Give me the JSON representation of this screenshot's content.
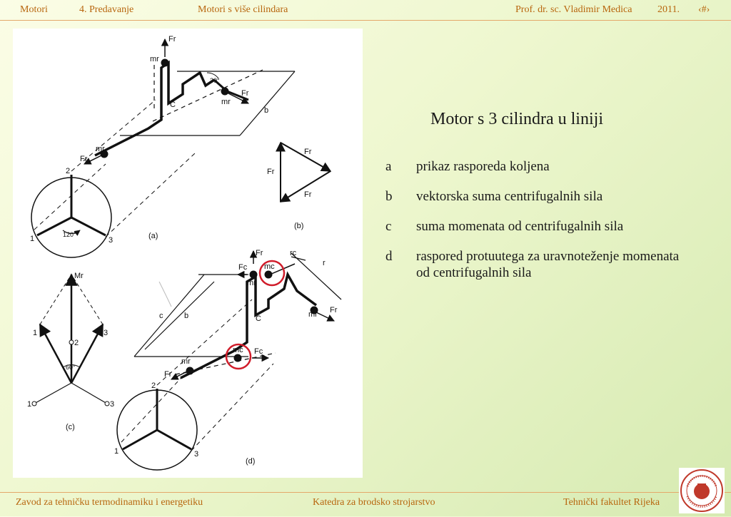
{
  "header": {
    "course": "Motori",
    "lecture": "4. Predavanje",
    "topic": "Motori s više cilindara",
    "author": "Prof. dr. sc. Vladimir Medica",
    "year": "2011.",
    "slide_no": "‹#›"
  },
  "footer": {
    "department": "Zavod za tehničku termodinamiku i energetiku",
    "chair": "Katedra za brodsko strojarstvo",
    "faculty": "Tehnički fakultet Rijeka"
  },
  "slide": {
    "title": "Motor s 3 cilindra u liniji",
    "items": [
      {
        "label": "a",
        "text": "prikaz rasporeda koljena"
      },
      {
        "label": "b",
        "text": "vektorska suma centrifugalnih sila"
      },
      {
        "label": "c",
        "text": "suma momenata od centrifugalnih sila"
      },
      {
        "label": "d",
        "text": "raspored protuutega za uravnoteženje momenata od centrifugalnih sila"
      }
    ]
  },
  "figure": {
    "tag_a": "(a)",
    "tag_b": "(b)",
    "tag_c": "(c)",
    "tag_d": "(d)",
    "angle_120": "120°",
    "angle_30": "30°",
    "angle_60": "60°",
    "n1": "1",
    "n2": "2",
    "n3": "3",
    "mr": "mr",
    "mc": "mc",
    "fr": "Fr",
    "fc": "Fc",
    "c": "C",
    "dim_b": "b",
    "dim_c": "c",
    "dim_r": "r",
    "dim_rc": "rc",
    "Mr": "Mr"
  },
  "colors": {
    "accent": "#b8660e",
    "rule": "#e4a86a",
    "highlight": "#d01c2a"
  }
}
